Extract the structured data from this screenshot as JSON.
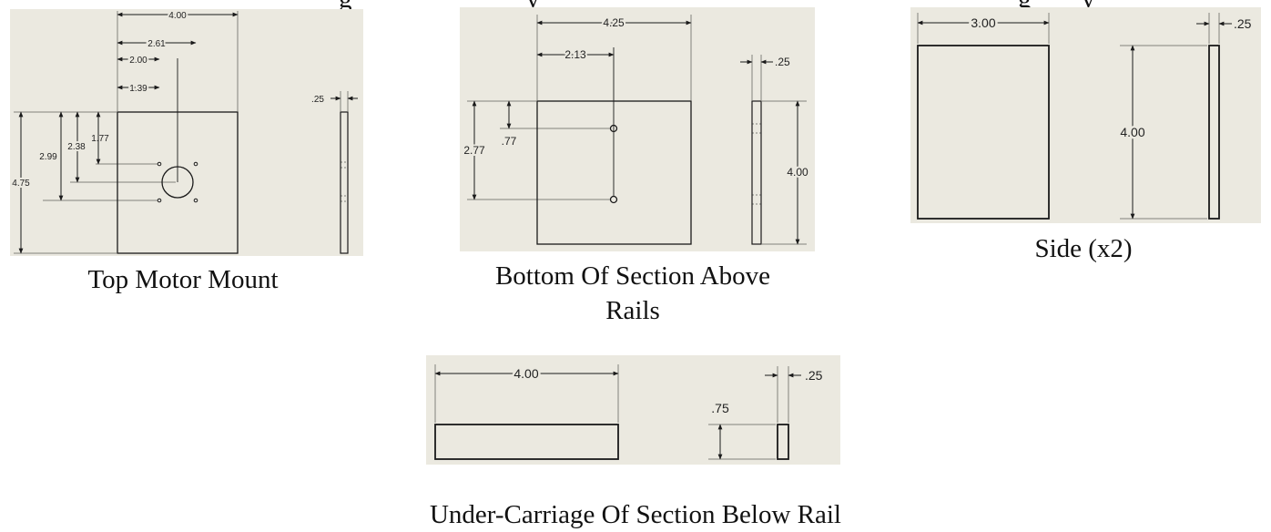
{
  "colors": {
    "sheet_bg": "#ebe9e0",
    "line": "#1a1a1a",
    "text": "#111111"
  },
  "top_fragments": [
    "g",
    "y",
    "g",
    "y"
  ],
  "top_motor_mount": {
    "caption": "Top Motor Mount",
    "dims": {
      "width": "4.00",
      "hole_x1": "2.61",
      "hole_x2": "2.00",
      "hole_x3": "1.39",
      "height": "4.75",
      "hole_y1": "2.99",
      "hole_y2": "2.38",
      "hole_y3": "1.77",
      "thickness": ".25"
    }
  },
  "bottom_section": {
    "caption_line1": "Bottom Of Section Above",
    "caption_line2": "Rails",
    "dims": {
      "width": "4.25",
      "hole_x": "2.13",
      "hole_y1": "2.77",
      "hole_y2": ".77",
      "height": "4.00",
      "thickness": ".25"
    }
  },
  "side": {
    "caption": "Side (x2)",
    "dims": {
      "width": "3.00",
      "height": "4.00",
      "thickness": ".25"
    }
  },
  "undercarriage": {
    "caption": "Under-Carriage Of Section Below Rail",
    "dims": {
      "width": "4.00",
      "height": ".75",
      "thickness": ".25"
    }
  }
}
